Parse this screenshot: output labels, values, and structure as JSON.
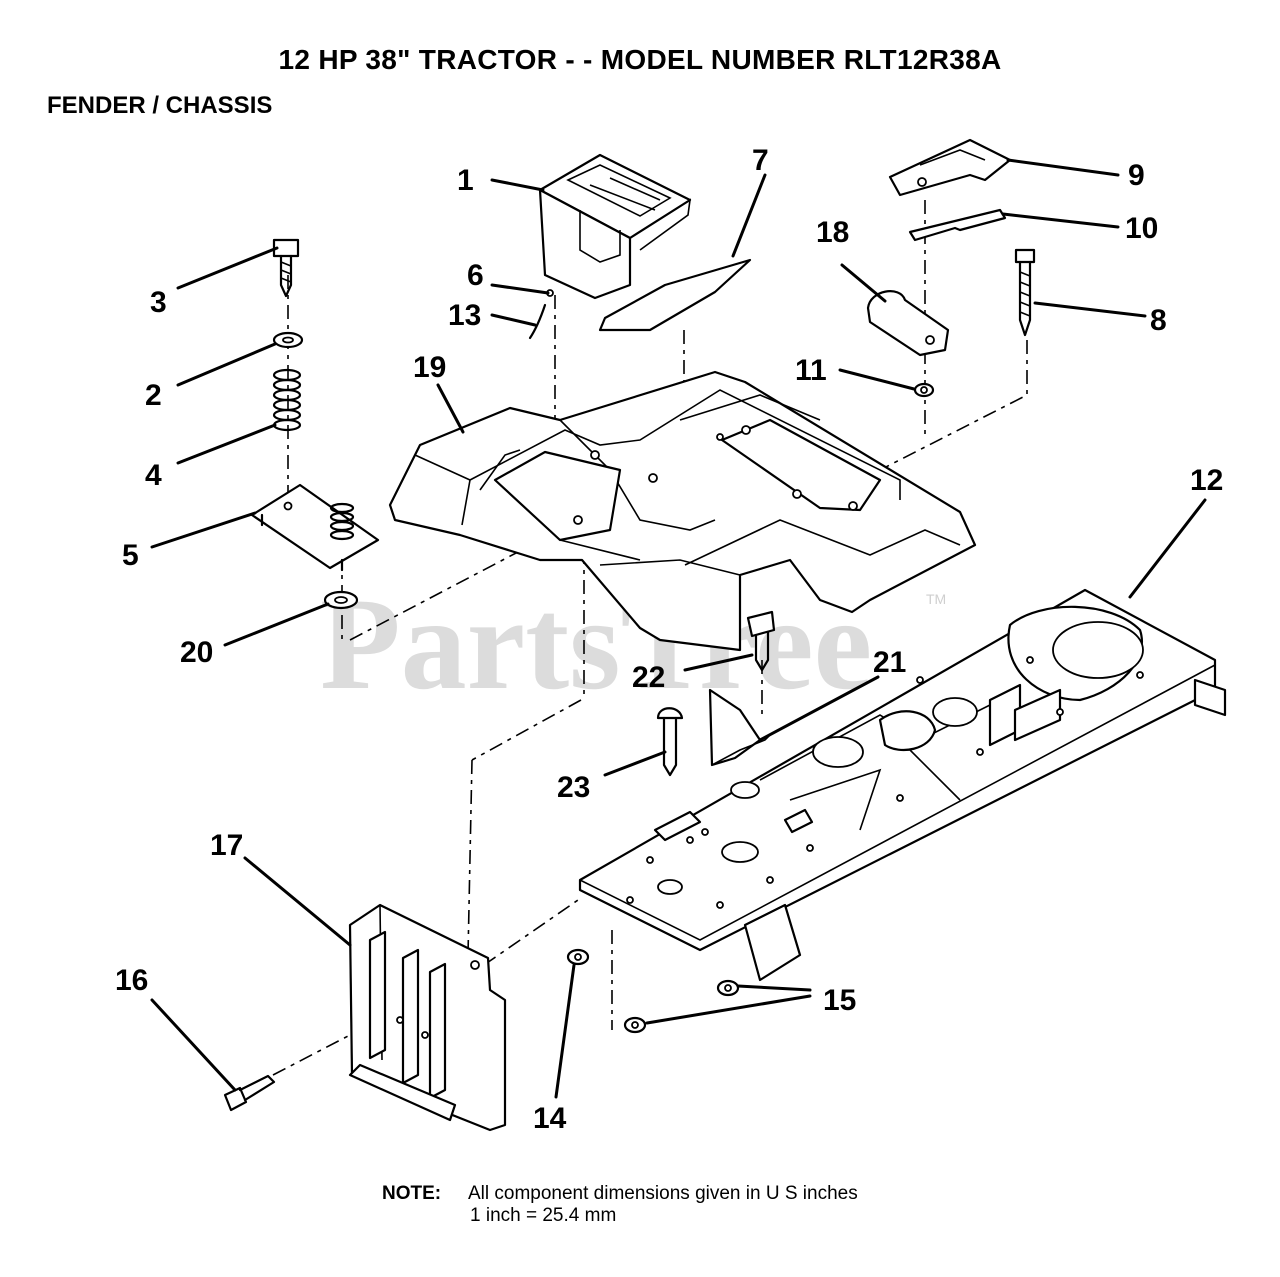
{
  "header": {
    "title": "12 HP 38\" TRACTOR - - MODEL NUMBER RLT12R38A",
    "section": "FENDER / CHASSIS"
  },
  "watermark": {
    "text": "PartsTree",
    "tm": "TM"
  },
  "callouts": {
    "c1": "1",
    "c2": "2",
    "c3": "3",
    "c4": "4",
    "c5": "5",
    "c6": "6",
    "c7": "7",
    "c8": "8",
    "c9": "9",
    "c10": "10",
    "c11": "11",
    "c12": "12",
    "c13": "13",
    "c14": "14",
    "c15": "15",
    "c16": "16",
    "c17": "17",
    "c18": "18",
    "c19": "19",
    "c20": "20",
    "c21": "21",
    "c22": "22",
    "c23": "23"
  },
  "note": {
    "label": "NOTE:",
    "line1": "All component dimensions given in U S  inches",
    "line2": "1 inch = 25.4 mm"
  }
}
